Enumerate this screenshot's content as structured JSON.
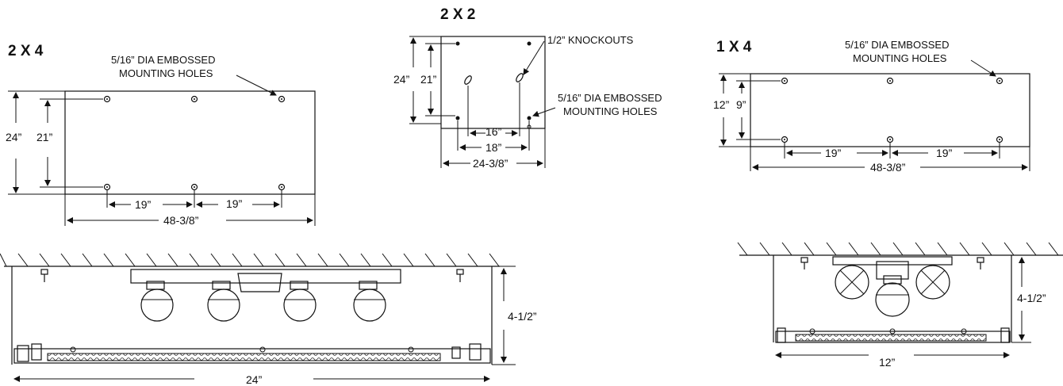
{
  "diagram": {
    "panel_2x4": {
      "title": "2 X 4",
      "callout_line1": "5/16” DIA EMBOSSED",
      "callout_line2": "MOUNTING HOLES",
      "height_outer": "24”",
      "height_inner": "21”",
      "spacing_left": "19”",
      "spacing_right": "19”",
      "width": "48-3/8”"
    },
    "panel_2x2": {
      "title": "2 X 2",
      "knockouts": "1/2” KNOCKOUTS",
      "callout_line1": "5/16” DIA EMBOSSED",
      "callout_line2": "MOUNTING HOLES",
      "height_outer": "24”",
      "height_inner": "21”",
      "spacing_inner": "16”",
      "spacing_middle": "18”",
      "width": "24-3/8”"
    },
    "panel_1x4": {
      "title": "1 X 4",
      "callout_line1": "5/16” DIA EMBOSSED",
      "callout_line2": "MOUNTING HOLES",
      "height_outer": "12”",
      "height_inner": "9”",
      "spacing_left": "19”",
      "spacing_right": "19”",
      "width": "48-3/8”"
    },
    "section_large": {
      "depth": "4-1/2”",
      "width": "24”"
    },
    "section_small": {
      "depth": "4-1/2”",
      "width": "12”"
    }
  }
}
